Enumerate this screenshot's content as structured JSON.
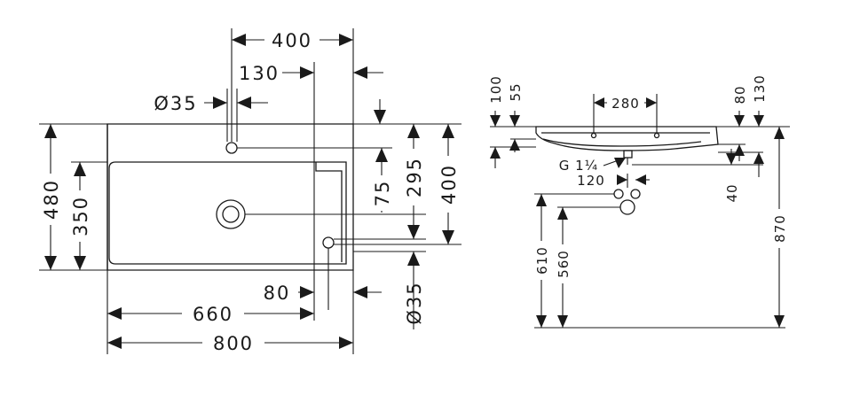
{
  "plan_view": {
    "dim_400_top": "400",
    "dim_130": "130",
    "dim_dia35_tap": "Ø35",
    "dim_480": "480",
    "dim_350": "350",
    "dim_75": "75",
    "dim_295": "295",
    "dim_400_right": "400",
    "dim_80": "80",
    "dim_dia35_overflow": "Ø35",
    "dim_660": "660",
    "dim_800": "800"
  },
  "side_view": {
    "dim_100": "100",
    "dim_55": "55",
    "dim_280": "280",
    "dim_80": "80",
    "dim_130": "130",
    "dim_g114": "G 1¼",
    "dim_120": "120",
    "dim_40": "40",
    "dim_610": "610",
    "dim_560": "560",
    "dim_870": "870"
  }
}
